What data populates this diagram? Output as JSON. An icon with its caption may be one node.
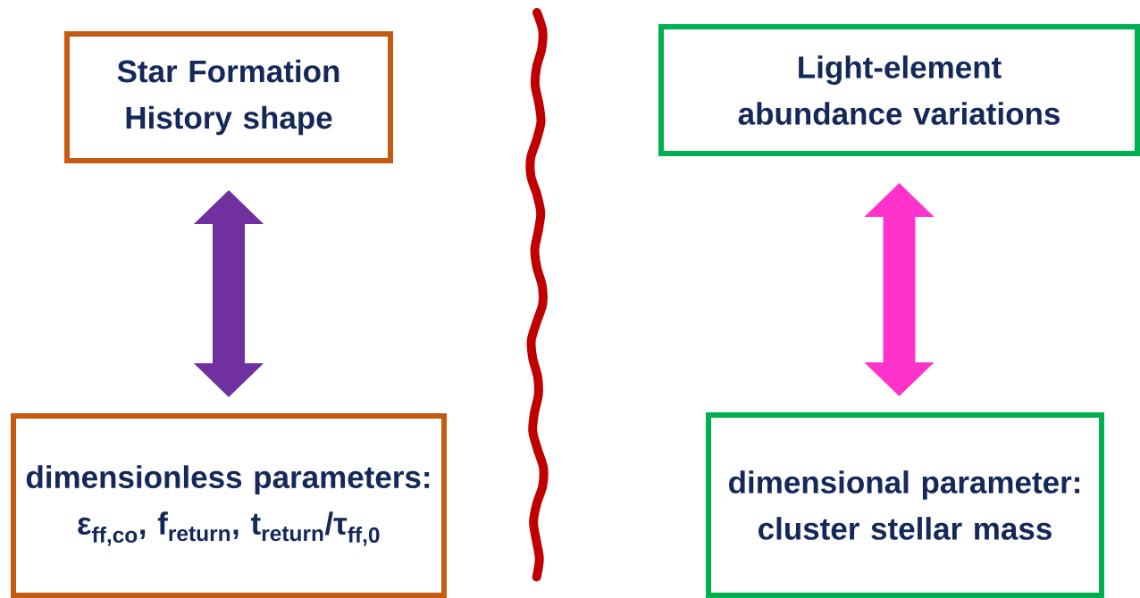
{
  "diagram": {
    "nodes": [
      {
        "text": [
          "Star Formation History shape"
        ]
      },
      {
        "text": [
          "dimensionless parameters:",
          "ε$_{ff,co}$, f$_{return}$, t$_{return}$/τ$_{ff,0}$"
        ]
      },
      {
        "text": [
          "Light-element abundance variations"
        ]
      },
      {
        "text": [
          "dimensional parameter:",
          "cluster stellar mass"
        ]
      }
    ],
    "edges": [
      {
        "from": 0,
        "to": 1,
        "arrow": "both",
        "color": "#7030a0"
      },
      {
        "from": 2,
        "to": 3,
        "arrow": "both",
        "color": "#ff33cc"
      }
    ]
  }
}
